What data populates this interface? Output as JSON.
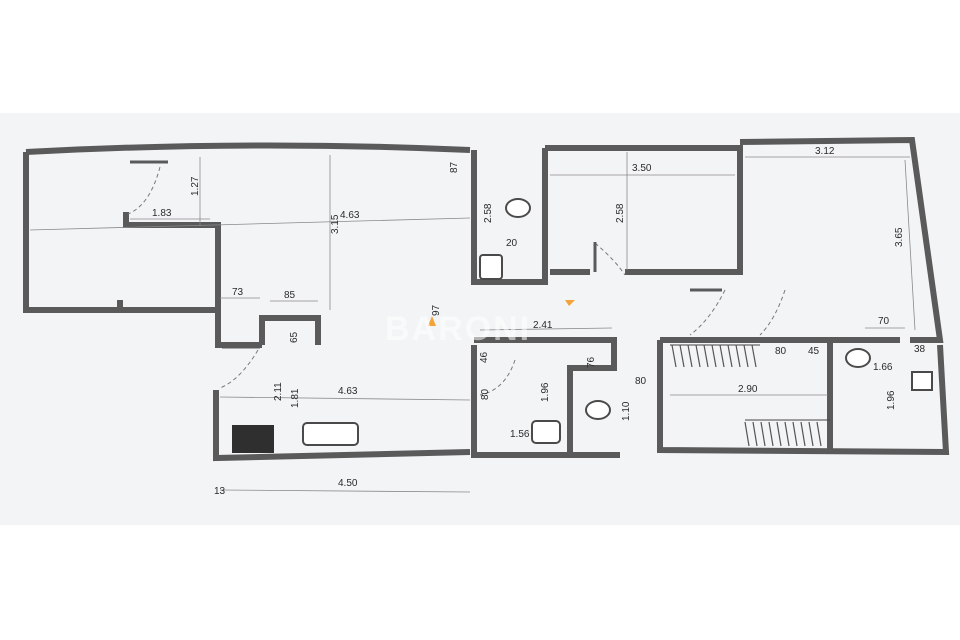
{
  "plan": {
    "watermark": "BARONI",
    "colors": {
      "wall": "#5a5a5a",
      "wall_fill": "#a9a9a9",
      "paper": "#f3f4f6",
      "accent": "#f2a33a"
    },
    "dimensions": {
      "d_1_27": "1.27",
      "d_1_83": "1.83",
      "d_3_15": "3.15",
      "d_4_63_top": "4.63",
      "d_87_top": "87",
      "d_2_58_bath": "2.58",
      "d_20": "20",
      "d_3_50": "3.50",
      "d_2_58_room": "2.58",
      "d_3_12": "3.12",
      "d_3_65": "3.65",
      "d_73": "73",
      "d_85": "85",
      "d_65": "65",
      "d_97": "97",
      "d_2_41": "2.41",
      "d_70": "70",
      "d_2_11": "2.11",
      "d_1_81": "1.81",
      "d_4_63_kitchen": "4.63",
      "d_46": "46",
      "d_80_left": "80",
      "d_1_96_mid": "1.96",
      "d_76": "76",
      "d_1_56": "1.56",
      "d_1_10": "1.10",
      "d_80_mid": "80",
      "d_80_closet": "80",
      "d_45": "45",
      "d_2_90": "2.90",
      "d_1_66": "1.66",
      "d_1_96_right": "1.96",
      "d_38": "38",
      "d_13": "13",
      "d_4_50": "4.50"
    }
  }
}
